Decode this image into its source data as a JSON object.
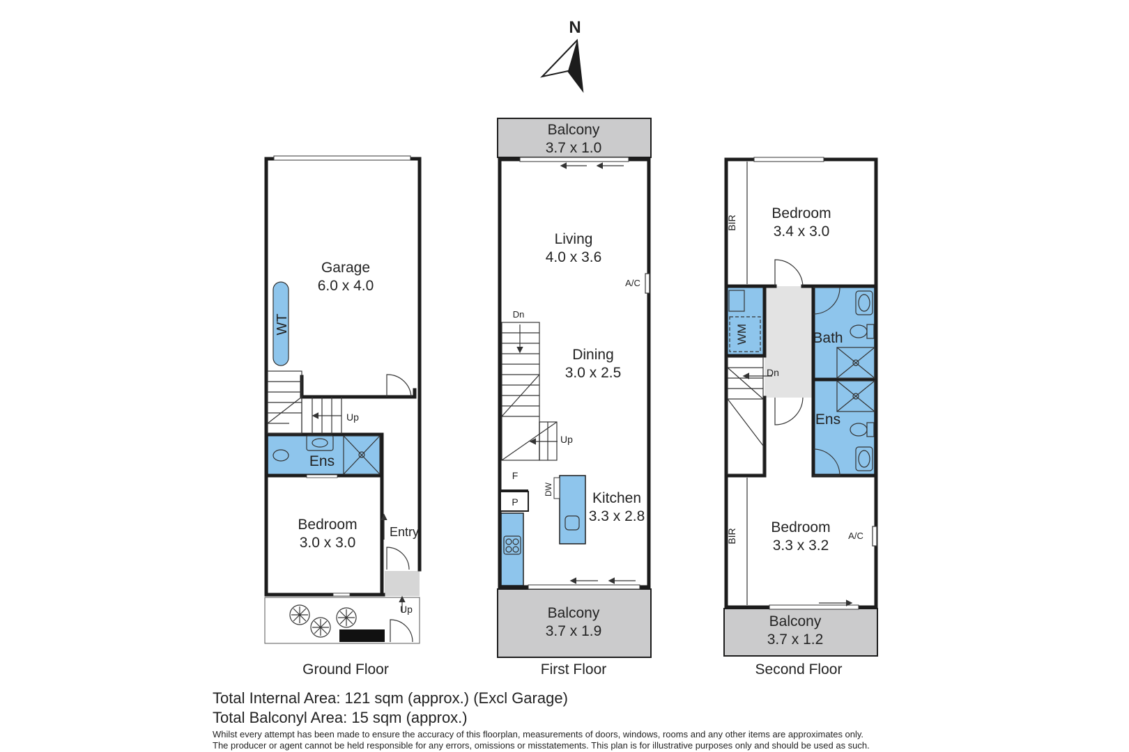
{
  "compass": {
    "label": "N",
    "icon": "north-arrow-icon"
  },
  "floors": {
    "ground": {
      "name": "Ground Floor",
      "rooms": {
        "garage": {
          "name": "Garage",
          "dims": "6.0 x 4.0"
        },
        "ens": {
          "name": "Ens"
        },
        "bedroom": {
          "name": "Bedroom",
          "dims": "3.0 x 3.0"
        }
      },
      "labels": {
        "wt": "WT",
        "up": "Up",
        "entry": "Entry",
        "up_entry": "Up"
      }
    },
    "first": {
      "name": "First Floor",
      "rooms": {
        "balcony_top": {
          "name": "Balcony",
          "dims": "3.7 x 1.0"
        },
        "living": {
          "name": "Living",
          "dims": "4.0 x 3.6"
        },
        "dining": {
          "name": "Dining",
          "dims": "3.0 x 2.5"
        },
        "kitchen": {
          "name": "Kitchen",
          "dims": "3.3 x 2.8"
        },
        "balcony_bottom": {
          "name": "Balcony",
          "dims": "3.7 x 1.9"
        }
      },
      "labels": {
        "ac": "A/C",
        "dn": "Dn",
        "up": "Up",
        "f": "F",
        "p": "P",
        "dw": "DW"
      }
    },
    "second": {
      "name": "Second Floor",
      "rooms": {
        "bedroom_top": {
          "name": "Bedroom",
          "dims": "3.4 x 3.0"
        },
        "bath": {
          "name": "Bath"
        },
        "ens": {
          "name": "Ens"
        },
        "bedroom_bottom": {
          "name": "Bedroom",
          "dims": "3.3 x 3.2"
        },
        "balcony": {
          "name": "Balcony",
          "dims": "3.7 x 1.2"
        }
      },
      "labels": {
        "bir_top": "BIR",
        "bir_bottom": "BIR",
        "wm": "WM",
        "dn": "Dn",
        "ac": "A/C"
      }
    }
  },
  "totals": {
    "internal": "Total Internal Area: 121 sqm (approx.) (Excl Garage)",
    "balcony": "Total Balconyl Area: 15 sqm (approx.)"
  },
  "disclaimer": {
    "line1": "Whilst every attempt has been made to ensure the accuracy of this floorplan, measurements of doors, windows, rooms and any other items are approximates only.",
    "line2": "The producer or agent cannot be held responsible for any errors, omissions or misstatements. This plan is for illustrative purposes only and should be used as such."
  },
  "colors": {
    "wet_area": "#8ec5ec",
    "balcony": "#cbcbcc",
    "wall": "#1c1c1c"
  }
}
